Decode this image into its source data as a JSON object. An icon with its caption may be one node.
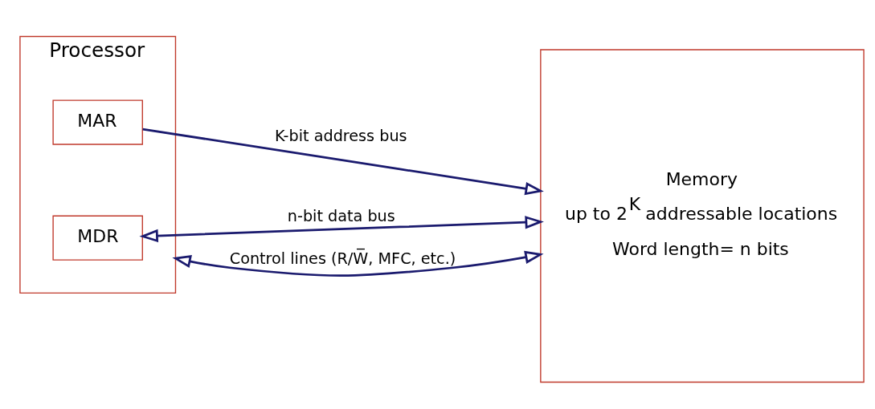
{
  "diagram": {
    "nodes": [
      {
        "text": [
          "Processor"
        ]
      },
      {
        "text": [
          "MAR"
        ],
        "in": 0
      },
      {
        "text": [
          "MDR"
        ],
        "in": 0
      },
      {
        "text": [
          "Memory",
          "up to 2$^{K}$ addressable locations",
          "Word length= n bits"
        ]
      }
    ],
    "edges": [
      {
        "from": 1,
        "to": 3,
        "arrow": "to",
        "label": "K-bit address bus"
      },
      {
        "from": 2,
        "to": 3,
        "arrow": "both",
        "label": "n-bit data bus"
      },
      {
        "from": 0,
        "to": 3,
        "arrow": "both",
        "label": "Control lines (R/W̅, MFC, etc.)"
      }
    ]
  }
}
